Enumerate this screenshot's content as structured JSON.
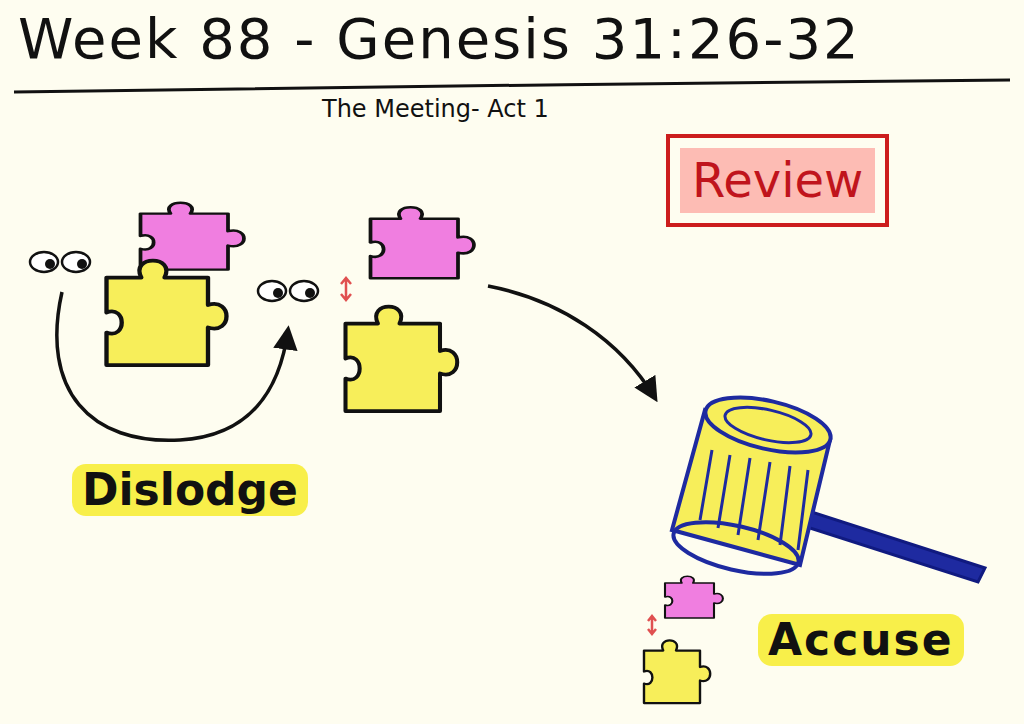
{
  "diagram": {
    "title": "Week 88 - Genesis 31:26-32",
    "nodes": [
      {
        "text": [
          "Review"
        ]
      }
    ],
    "labels": [
      "The Meeting- Act 1",
      "Dislodge",
      "Accuse"
    ]
  }
}
